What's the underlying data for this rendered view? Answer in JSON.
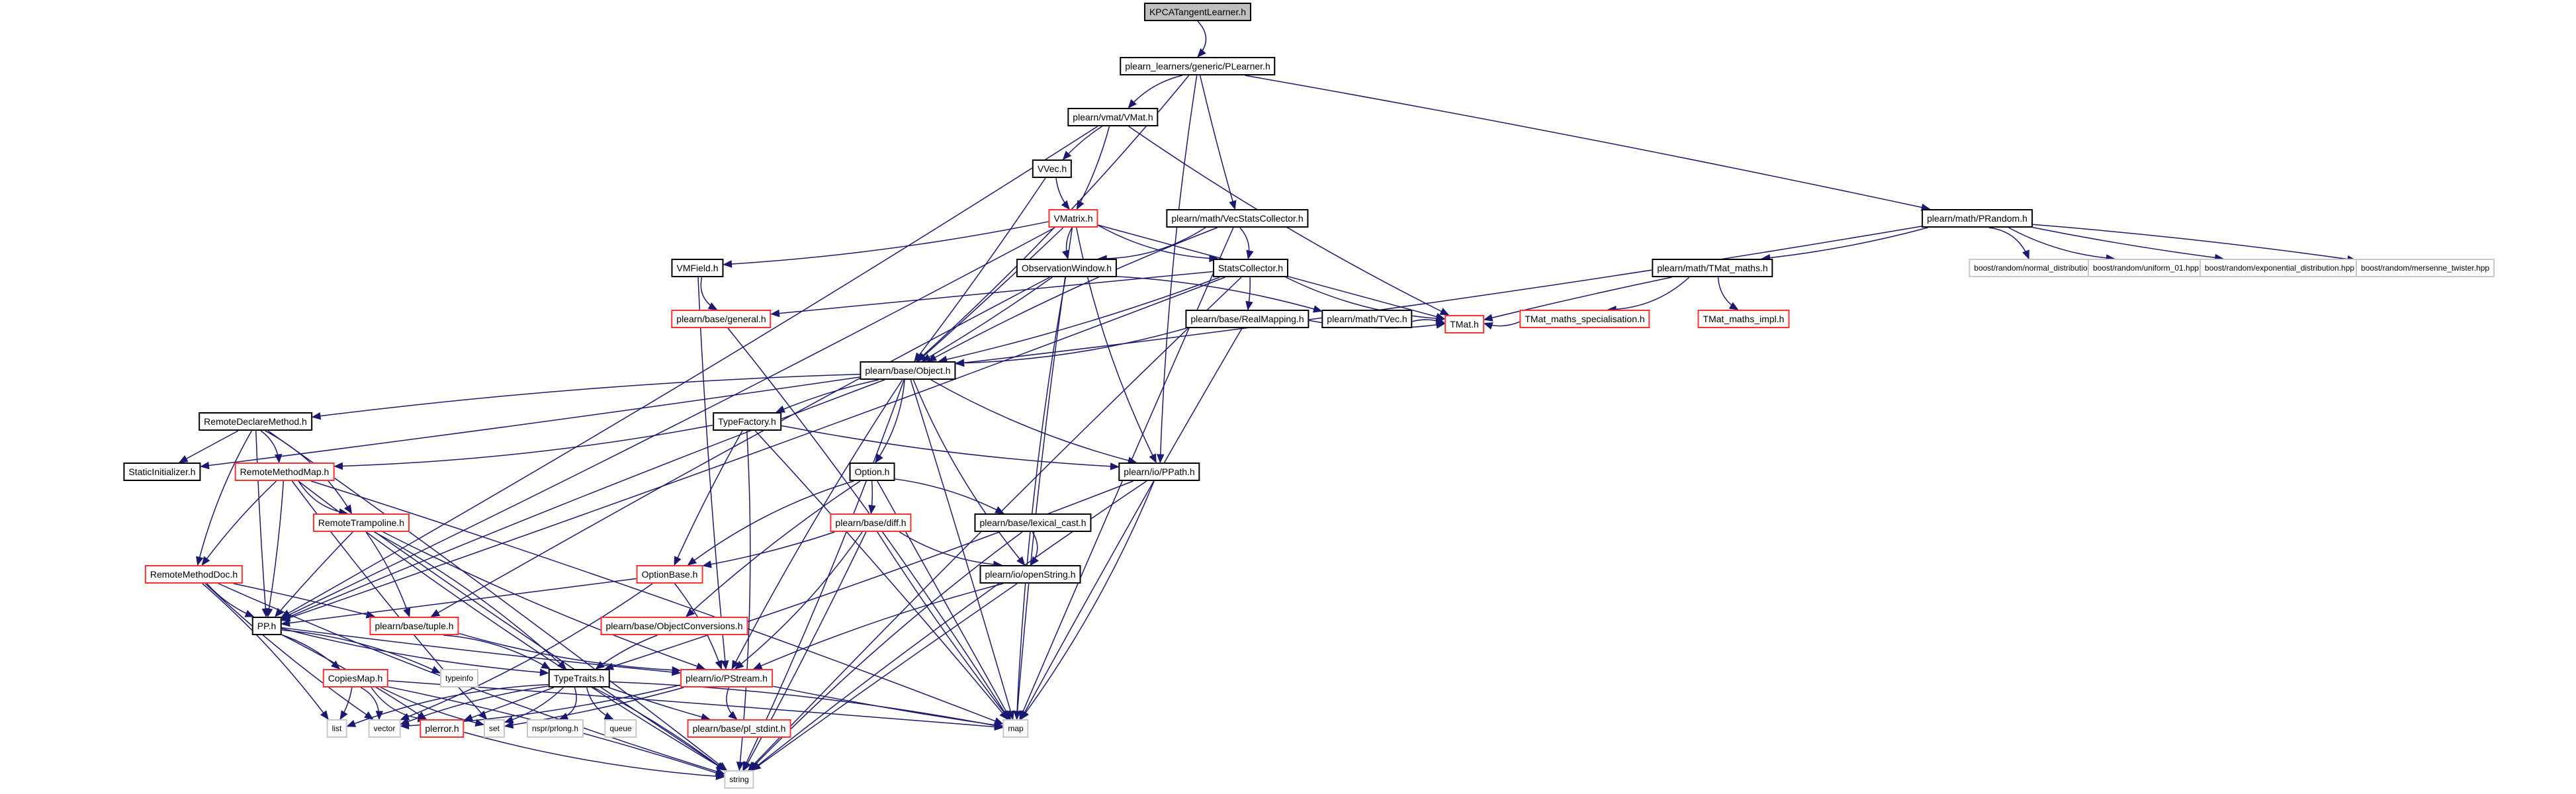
{
  "title": "KPCATangentLearner.h include dependency graph",
  "colors": {
    "edge": "#191970",
    "root_fill": "#bfbfbf",
    "documented_border": "#000000",
    "truncated_border": "#ff3030",
    "external_border": "#c8c8c8"
  },
  "nodes": [
    {
      "id": "kpca",
      "label": "KPCATangentLearner.h",
      "kind": "root"
    },
    {
      "id": "plearner",
      "label": "plearn_learners/generic/PLearner.h",
      "kind": "doc"
    },
    {
      "id": "vmat",
      "label": "plearn/vmat/VMat.h",
      "kind": "doc"
    },
    {
      "id": "vvec",
      "label": "VVec.h",
      "kind": "doc"
    },
    {
      "id": "vmatrix",
      "label": "VMatrix.h",
      "kind": "truncated"
    },
    {
      "id": "vecstats",
      "label": "plearn/math/VecStatsCollector.h",
      "kind": "doc"
    },
    {
      "id": "prandom",
      "label": "plearn/math/PRandom.h",
      "kind": "doc"
    },
    {
      "id": "vmfield",
      "label": "VMField.h",
      "kind": "doc"
    },
    {
      "id": "obswin",
      "label": "ObservationWindow.h",
      "kind": "doc"
    },
    {
      "id": "statscol",
      "label": "StatsCollector.h",
      "kind": "doc"
    },
    {
      "id": "tmatmaths",
      "label": "plearn/math/TMat_maths.h",
      "kind": "doc"
    },
    {
      "id": "normdist",
      "label": "boost/random/normal_distribution.hpp",
      "kind": "external"
    },
    {
      "id": "uniform01",
      "label": "boost/random/uniform_01.hpp",
      "kind": "external"
    },
    {
      "id": "expdist",
      "label": "boost/random/exponential_distribution.hpp",
      "kind": "external"
    },
    {
      "id": "mersenne",
      "label": "boost/random/mersenne_twister.hpp",
      "kind": "external"
    },
    {
      "id": "general",
      "label": "plearn/base/general.h",
      "kind": "truncated"
    },
    {
      "id": "realmap",
      "label": "plearn/base/RealMapping.h",
      "kind": "doc"
    },
    {
      "id": "tvec",
      "label": "plearn/math/TVec.h",
      "kind": "doc"
    },
    {
      "id": "tmatspec",
      "label": "TMat_maths_specialisation.h",
      "kind": "truncated"
    },
    {
      "id": "tmatimpl",
      "label": "TMat_maths_impl.h",
      "kind": "truncated"
    },
    {
      "id": "tmat",
      "label": "TMat.h",
      "kind": "truncated"
    },
    {
      "id": "object",
      "label": "plearn/base/Object.h",
      "kind": "doc"
    },
    {
      "id": "rdecl",
      "label": "RemoteDeclareMethod.h",
      "kind": "doc"
    },
    {
      "id": "typefac",
      "label": "TypeFactory.h",
      "kind": "doc"
    },
    {
      "id": "static",
      "label": "StaticInitializer.h",
      "kind": "doc"
    },
    {
      "id": "rmmap",
      "label": "RemoteMethodMap.h",
      "kind": "truncated"
    },
    {
      "id": "option",
      "label": "Option.h",
      "kind": "doc"
    },
    {
      "id": "ppath",
      "label": "plearn/io/PPath.h",
      "kind": "doc"
    },
    {
      "id": "rtramp",
      "label": "RemoteTrampoline.h",
      "kind": "truncated"
    },
    {
      "id": "diff",
      "label": "plearn/base/diff.h",
      "kind": "truncated"
    },
    {
      "id": "lexcast",
      "label": "plearn/base/lexical_cast.h",
      "kind": "doc"
    },
    {
      "id": "rmdoc",
      "label": "RemoteMethodDoc.h",
      "kind": "truncated"
    },
    {
      "id": "optbase",
      "label": "OptionBase.h",
      "kind": "truncated"
    },
    {
      "id": "openstr",
      "label": "plearn/io/openString.h",
      "kind": "doc"
    },
    {
      "id": "pp",
      "label": "PP.h",
      "kind": "doc"
    },
    {
      "id": "tuple",
      "label": "plearn/base/tuple.h",
      "kind": "truncated"
    },
    {
      "id": "objconv",
      "label": "plearn/base/ObjectConversions.h",
      "kind": "truncated"
    },
    {
      "id": "copies",
      "label": "CopiesMap.h",
      "kind": "truncated"
    },
    {
      "id": "typeinfo",
      "label": "typeinfo",
      "kind": "external"
    },
    {
      "id": "typetraits",
      "label": "TypeTraits.h",
      "kind": "doc"
    },
    {
      "id": "pstream",
      "label": "plearn/io/PStream.h",
      "kind": "truncated"
    },
    {
      "id": "list",
      "label": "list",
      "kind": "external"
    },
    {
      "id": "vector",
      "label": "vector",
      "kind": "external"
    },
    {
      "id": "plerror",
      "label": "plerror.h",
      "kind": "truncated"
    },
    {
      "id": "set",
      "label": "set",
      "kind": "external"
    },
    {
      "id": "prlong",
      "label": "nspr/prlong.h",
      "kind": "external"
    },
    {
      "id": "queue",
      "label": "queue",
      "kind": "external"
    },
    {
      "id": "stdint",
      "label": "plearn/base/pl_stdint.h",
      "kind": "truncated"
    },
    {
      "id": "map",
      "label": "map",
      "kind": "external"
    },
    {
      "id": "string",
      "label": "string",
      "kind": "external"
    }
  ],
  "edges": [
    [
      "kpca",
      "plearner"
    ],
    [
      "plearner",
      "vmat"
    ],
    [
      "plearner",
      "vecstats"
    ],
    [
      "plearner",
      "prandom"
    ],
    [
      "plearner",
      "object"
    ],
    [
      "plearner",
      "ppath"
    ],
    [
      "vmat",
      "vvec"
    ],
    [
      "vmat",
      "vmatrix"
    ],
    [
      "vmat",
      "pp"
    ],
    [
      "vmat",
      "tmat"
    ],
    [
      "vvec",
      "vmatrix"
    ],
    [
      "vvec",
      "object"
    ],
    [
      "vmatrix",
      "vmfield"
    ],
    [
      "vmatrix",
      "statscol"
    ],
    [
      "vmatrix",
      "obswin"
    ],
    [
      "vmatrix",
      "object"
    ],
    [
      "vmatrix",
      "pp"
    ],
    [
      "vmatrix",
      "ppath"
    ],
    [
      "vmatrix",
      "map"
    ],
    [
      "vmatrix",
      "tmat"
    ],
    [
      "vecstats",
      "statscol"
    ],
    [
      "vecstats",
      "obswin"
    ],
    [
      "vecstats",
      "object"
    ],
    [
      "vecstats",
      "map"
    ],
    [
      "prandom",
      "tmatmaths"
    ],
    [
      "prandom",
      "normdist"
    ],
    [
      "prandom",
      "uniform01"
    ],
    [
      "prandom",
      "expdist"
    ],
    [
      "prandom",
      "mersenne"
    ],
    [
      "prandom",
      "object"
    ],
    [
      "vmfield",
      "general"
    ],
    [
      "vmfield",
      "pstream"
    ],
    [
      "obswin",
      "object"
    ],
    [
      "obswin",
      "tvec"
    ],
    [
      "obswin",
      "map"
    ],
    [
      "obswin",
      "tuple"
    ],
    [
      "statscol",
      "realmap"
    ],
    [
      "statscol",
      "object"
    ],
    [
      "statscol",
      "tmat"
    ],
    [
      "statscol",
      "string"
    ],
    [
      "statscol",
      "general"
    ],
    [
      "statscol",
      "pp"
    ],
    [
      "tmatmaths",
      "tmatspec"
    ],
    [
      "tmatmaths",
      "tmatimpl"
    ],
    [
      "tmatmaths",
      "tmat"
    ],
    [
      "tmatspec",
      "tmat"
    ],
    [
      "realmap",
      "object"
    ],
    [
      "realmap",
      "tmat"
    ],
    [
      "realmap",
      "map"
    ],
    [
      "tvec",
      "tmat"
    ],
    [
      "general",
      "map"
    ],
    [
      "object",
      "rdecl"
    ],
    [
      "object",
      "typefac"
    ],
    [
      "object",
      "static"
    ],
    [
      "object",
      "option"
    ],
    [
      "object",
      "ppath"
    ],
    [
      "object",
      "pp"
    ],
    [
      "object",
      "map"
    ],
    [
      "object",
      "string"
    ],
    [
      "object",
      "openstr"
    ],
    [
      "object",
      "pstream"
    ],
    [
      "rdecl",
      "static"
    ],
    [
      "rdecl",
      "rmmap"
    ],
    [
      "rdecl",
      "rtramp"
    ],
    [
      "rdecl",
      "rmdoc"
    ],
    [
      "rdecl",
      "pp"
    ],
    [
      "rdecl",
      "string"
    ],
    [
      "typefac",
      "rmmap"
    ],
    [
      "typefac",
      "ppath"
    ],
    [
      "typefac",
      "optbase"
    ],
    [
      "typefac",
      "map"
    ],
    [
      "typefac",
      "string"
    ],
    [
      "rmmap",
      "rtramp"
    ],
    [
      "rmmap",
      "rmdoc"
    ],
    [
      "rmmap",
      "pp"
    ],
    [
      "rmmap",
      "map"
    ],
    [
      "rmmap",
      "string"
    ],
    [
      "rmmap",
      "set"
    ],
    [
      "option",
      "diff"
    ],
    [
      "option",
      "lexcast"
    ],
    [
      "option",
      "optbase"
    ],
    [
      "option",
      "objconv"
    ],
    [
      "option",
      "map"
    ],
    [
      "ppath",
      "typetraits"
    ],
    [
      "ppath",
      "map"
    ],
    [
      "ppath",
      "string"
    ],
    [
      "rtramp",
      "pp"
    ],
    [
      "rtramp",
      "tuple"
    ],
    [
      "rtramp",
      "typetraits"
    ],
    [
      "rtramp",
      "pstream"
    ],
    [
      "rtramp",
      "string"
    ],
    [
      "diff",
      "optbase"
    ],
    [
      "diff",
      "pstream"
    ],
    [
      "diff",
      "openstr"
    ],
    [
      "diff",
      "map"
    ],
    [
      "diff",
      "string"
    ],
    [
      "lexcast",
      "openstr"
    ],
    [
      "lexcast",
      "string"
    ],
    [
      "rmdoc",
      "pp"
    ],
    [
      "rmdoc",
      "tuple"
    ],
    [
      "rmdoc",
      "list"
    ],
    [
      "rmdoc",
      "string"
    ],
    [
      "rmdoc",
      "vector"
    ],
    [
      "optbase",
      "pp"
    ],
    [
      "optbase",
      "pstream"
    ],
    [
      "optbase",
      "vector"
    ],
    [
      "openstr",
      "pstream"
    ],
    [
      "openstr",
      "string"
    ],
    [
      "pp",
      "copies"
    ],
    [
      "pp",
      "typeinfo"
    ],
    [
      "pp",
      "typetraits"
    ],
    [
      "pp",
      "pstream"
    ],
    [
      "pp",
      "plerror"
    ],
    [
      "tuple",
      "typetraits"
    ],
    [
      "tuple",
      "pstream"
    ],
    [
      "objconv",
      "typetraits"
    ],
    [
      "copies",
      "list"
    ],
    [
      "copies",
      "vector"
    ],
    [
      "copies",
      "plerror"
    ],
    [
      "copies",
      "set"
    ],
    [
      "copies",
      "map"
    ],
    [
      "copies",
      "string"
    ],
    [
      "typetraits",
      "list"
    ],
    [
      "typetraits",
      "vector"
    ],
    [
      "typetraits",
      "plerror"
    ],
    [
      "typetraits",
      "set"
    ],
    [
      "typetraits",
      "prlong"
    ],
    [
      "typetraits",
      "queue"
    ],
    [
      "typetraits",
      "stdint"
    ],
    [
      "typetraits",
      "string"
    ],
    [
      "typetraits",
      "map"
    ],
    [
      "pstream",
      "stdint"
    ],
    [
      "pstream",
      "map"
    ],
    [
      "pstream",
      "set"
    ],
    [
      "pstream",
      "vector"
    ],
    [
      "plerror",
      "string"
    ]
  ]
}
